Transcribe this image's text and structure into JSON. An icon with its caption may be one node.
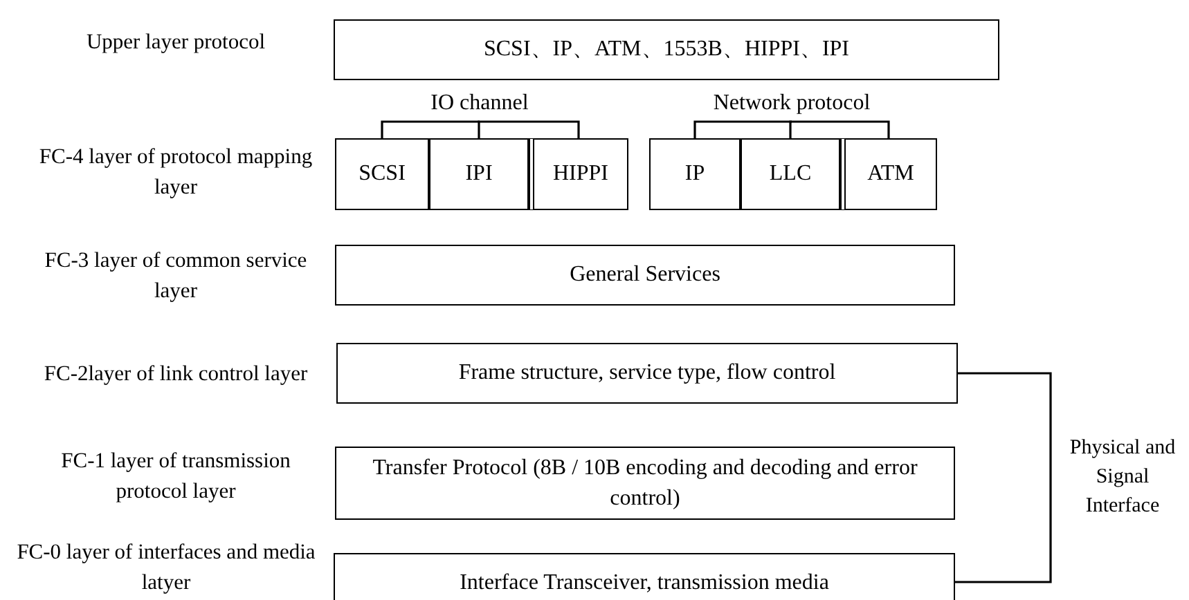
{
  "diagram": {
    "nodes": [
      {
        "text": [
          "SCSI、IP、ATM、1553B、HIPPI、IPI"
        ]
      },
      {
        "text": [
          "IO channel"
        ]
      },
      {
        "text": [
          "SCSI"
        ]
      },
      {
        "text": [
          "IPI"
        ]
      },
      {
        "text": [
          "HIPPI"
        ]
      },
      {
        "text": [
          "Network protocol"
        ]
      },
      {
        "text": [
          "IP"
        ]
      },
      {
        "text": [
          "LLC"
        ]
      },
      {
        "text": [
          "ATM"
        ]
      },
      {
        "text": [
          "General Services"
        ]
      },
      {
        "text": [
          "Frame structure, service type, flow control"
        ]
      },
      {
        "text": [
          "Transfer Protocol (8B / 10B encoding and decoding and error control)"
        ]
      },
      {
        "text": [
          "Interface Transceiver, transmission media"
        ]
      }
    ],
    "edges": [
      {
        "from": 1,
        "to": 2,
        "arrow": "none"
      },
      {
        "from": 1,
        "to": 3,
        "arrow": "none"
      },
      {
        "from": 1,
        "to": 4,
        "arrow": "none"
      },
      {
        "from": 5,
        "to": 6,
        "arrow": "none"
      },
      {
        "from": 5,
        "to": 7,
        "arrow": "none"
      },
      {
        "from": 5,
        "to": 8,
        "arrow": "none"
      },
      {
        "from": 10,
        "to": 12,
        "arrow": "none",
        "label": "Physical and Signal Interface"
      }
    ],
    "labels": [
      "Upper layer protocol",
      "FC-4 layer of protocol mapping layer",
      "FC-3 layer of common service layer",
      "FC-2layer of link control layer",
      "FC-1 layer of transmission protocol layer",
      "FC-0 layer of interfaces and media latyer"
    ]
  }
}
